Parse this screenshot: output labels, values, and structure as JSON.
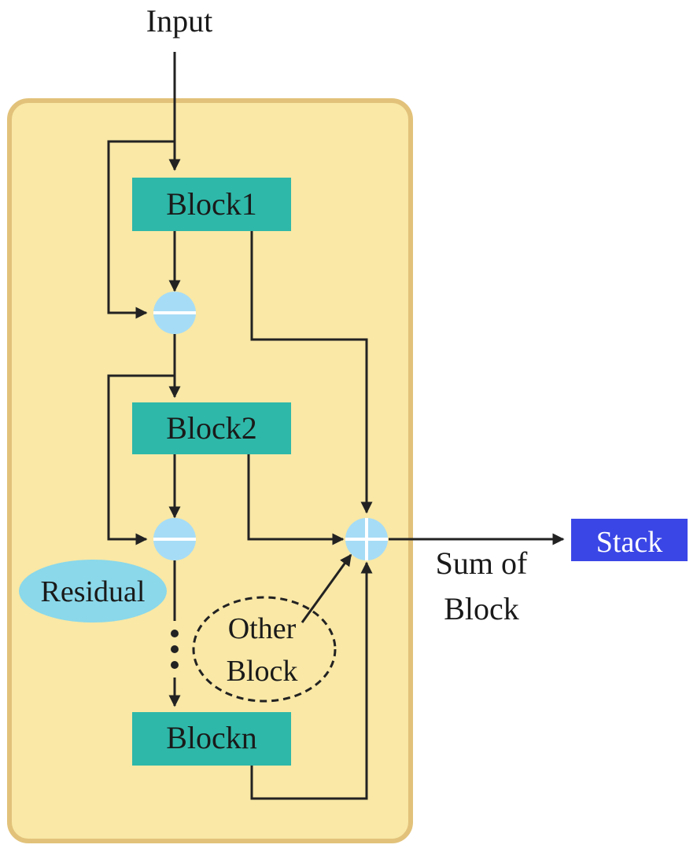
{
  "labels": {
    "input": "Input",
    "block1": "Block1",
    "block2": "Block2",
    "blockn": "Blockn",
    "residual": "Residual",
    "other_line1": "Other",
    "other_line2": "Block",
    "sum_line1": "Sum of",
    "sum_line2": "Block",
    "stack": "Stack"
  },
  "colors": {
    "container_fill": "#f9e8a6",
    "container_border": "#e2c27a",
    "block_fill": "#2eb8a9",
    "op_fill": "#a6dcf6",
    "residual_fill": "#8ad8ea",
    "stack_fill": "#3b46e6",
    "stack_text": "#ffffff",
    "line": "#222222"
  }
}
